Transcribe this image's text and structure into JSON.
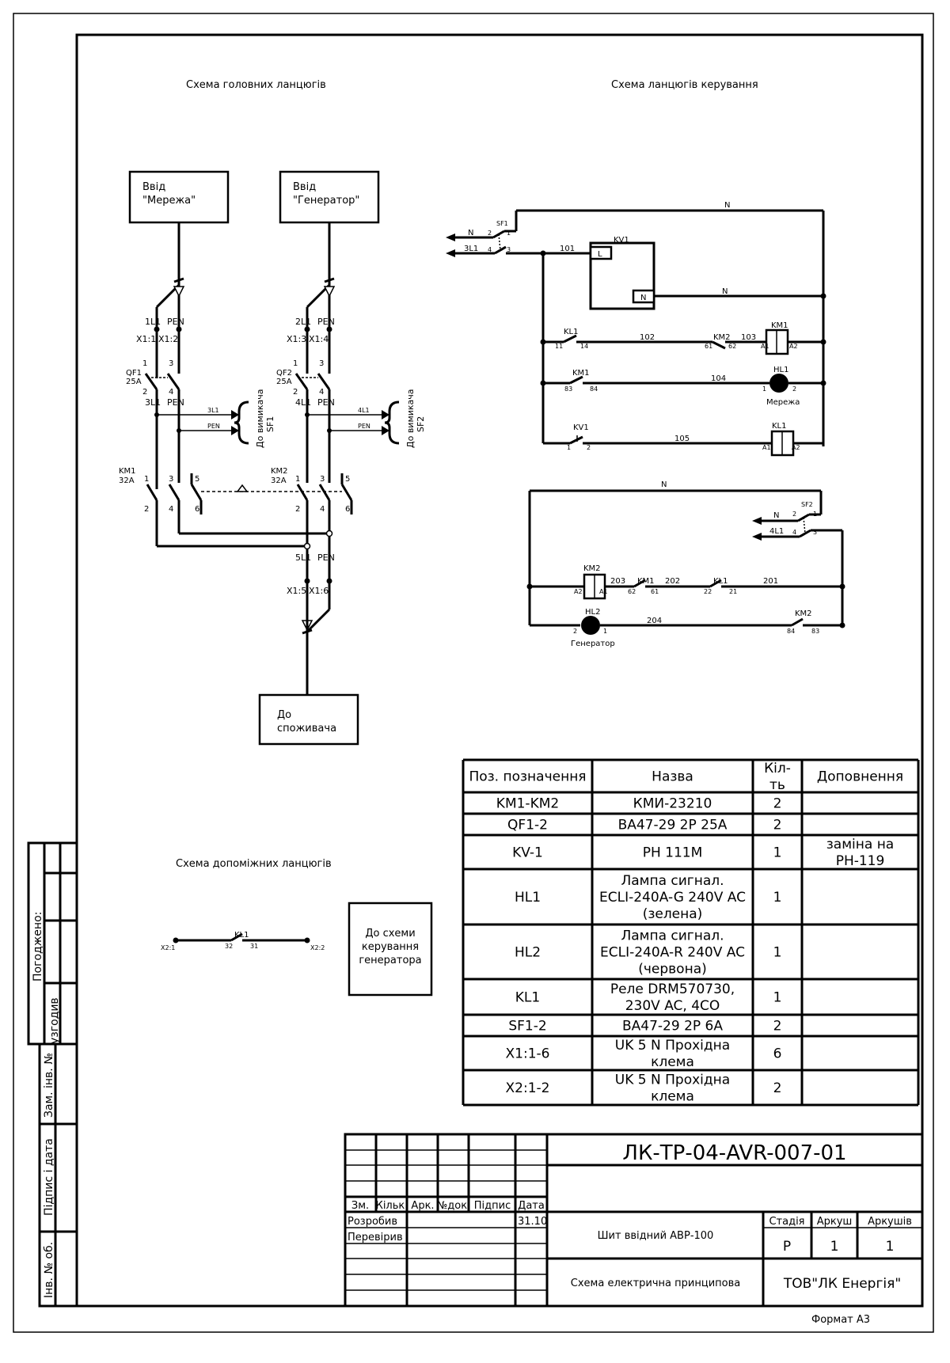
{
  "titles": {
    "main_circuits": "Схема головних ланцюгів",
    "control_circuits": "Схема  ланцюгів керування",
    "aux_circuits": "Схема допоміжних  ланцюгів"
  },
  "main": {
    "input_grid": [
      "Ввід",
      "\"Мережа\""
    ],
    "input_gen": [
      "Ввід",
      "\"Генератор\""
    ],
    "to_consumer": [
      "До",
      "споживача"
    ],
    "to_gen_control": [
      "До схеми",
      "керування",
      "генератора"
    ],
    "labels": {
      "l1_1": "1L1",
      "pen1": "PEN",
      "x1_1": "X1:1",
      "x1_2": "X1:2",
      "l2_1": "2L1",
      "pen2": "PEN",
      "x1_3": "X1:3",
      "x1_4": "X1:4",
      "qf1": "QF1",
      "qf1_rating": "25A",
      "qf2": "QF2",
      "qf2_rating": "25A",
      "n1": "1",
      "n3": "3",
      "n2": "2",
      "n4": "4",
      "n5": "5",
      "n6": "6",
      "l3_1": "3L1",
      "pen3": "PEN",
      "l4_1": "4L1",
      "pen4": "PEN",
      "to_sf1": [
        "До вимикача",
        "SF1"
      ],
      "to_sf2": [
        "До вимикача",
        "SF2"
      ],
      "km1": "KM1",
      "km1_rating": "32A",
      "km2": "KM2",
      "km2_rating": "32A",
      "l5_1": "5L1",
      "pen5": "PEN",
      "x1_5": "X1:5",
      "x1_6": "X1:6"
    }
  },
  "control": {
    "n": "N",
    "l3": "3L1",
    "l4": "4L1",
    "sf1": "SF1",
    "sf2": "SF2",
    "kv1": "KV1",
    "coil_l": "L",
    "coil_n": "N",
    "kl1": "KL1",
    "km1": "KM1",
    "km2": "KM2",
    "hl1": "HL1",
    "hl2": "HL2",
    "w101": "101",
    "w102": "102",
    "w103": "103",
    "w104": "104",
    "w105": "105",
    "w201": "201",
    "w202": "202",
    "w203": "203",
    "w204": "204",
    "grid_lamp": "Мережа",
    "gen_lamp": "Генератор",
    "pins": {
      "p1": "1",
      "p2": "2",
      "p3": "3",
      "p4": "4",
      "p11": "11",
      "p14": "14",
      "p21": "21",
      "p22": "22",
      "p31": "31",
      "p32": "32",
      "p61": "61",
      "p62": "62",
      "p83": "83",
      "p84": "84",
      "a1": "A1",
      "a2": "A2"
    }
  },
  "aux": {
    "x2_1": "X2:1",
    "x2_2": "X2:2",
    "kl1": "KL1",
    "p32": "32",
    "p31": "31"
  },
  "bom": {
    "headers": [
      "Поз. позначення",
      "Назва",
      "Кіл-\nть",
      "Доповнення"
    ],
    "rows": [
      [
        "KM1-KM2",
        "КМИ-23210",
        "2",
        ""
      ],
      [
        "QF1-2",
        "ВА47-29 2Р 25А",
        "2",
        ""
      ],
      [
        "KV-1",
        "РН 111М",
        "1",
        "заміна на\nРН-119"
      ],
      [
        "HL1",
        "Лампа сигнал.\nECLI-240A-G 240V AC\n(зелена)",
        "1",
        ""
      ],
      [
        "HL2",
        "Лампа сигнал.\nECLI-240A-R 240V AC\n(червона)",
        "1",
        ""
      ],
      [
        "KL1",
        "Реле DRM570730,\n230V AC, 4CO",
        "1",
        ""
      ],
      [
        "SF1-2",
        "ВА47-29 2Р 6А",
        "2",
        ""
      ],
      [
        "X1:1-6",
        "UK  5 N Прохідна\nклема",
        "6",
        ""
      ],
      [
        "X2:1-2",
        "UK  5 N Прохідна\nклема",
        "2",
        ""
      ]
    ]
  },
  "stamp": {
    "doc_code": "ЛК-ТР-04-AVR-007-01",
    "col_headers": [
      "Зм.",
      "Кільк.",
      "Арк.",
      "№док.",
      "Підпис",
      "Дата"
    ],
    "designed": "Розробив",
    "checked": "Перевірив",
    "date": "31.10",
    "title": "Шит ввідний АВР-100",
    "subtitle": "Схема електрична принципова",
    "stage_label": "Стадія",
    "sheet_label": "Аркуш",
    "sheets_label": "Аркушів",
    "stage": "Р",
    "sheet": "1",
    "sheets": "1",
    "company": "ТОВ\"ЛК Енергія\"",
    "format": "Формат А3"
  },
  "side": {
    "agreed": "Погоджено:",
    "approved": "узгодив",
    "inv_repl": "Зам. інв. №",
    "sign_date": "Підпис і дата",
    "inv_orig": "Інв. № об."
  }
}
